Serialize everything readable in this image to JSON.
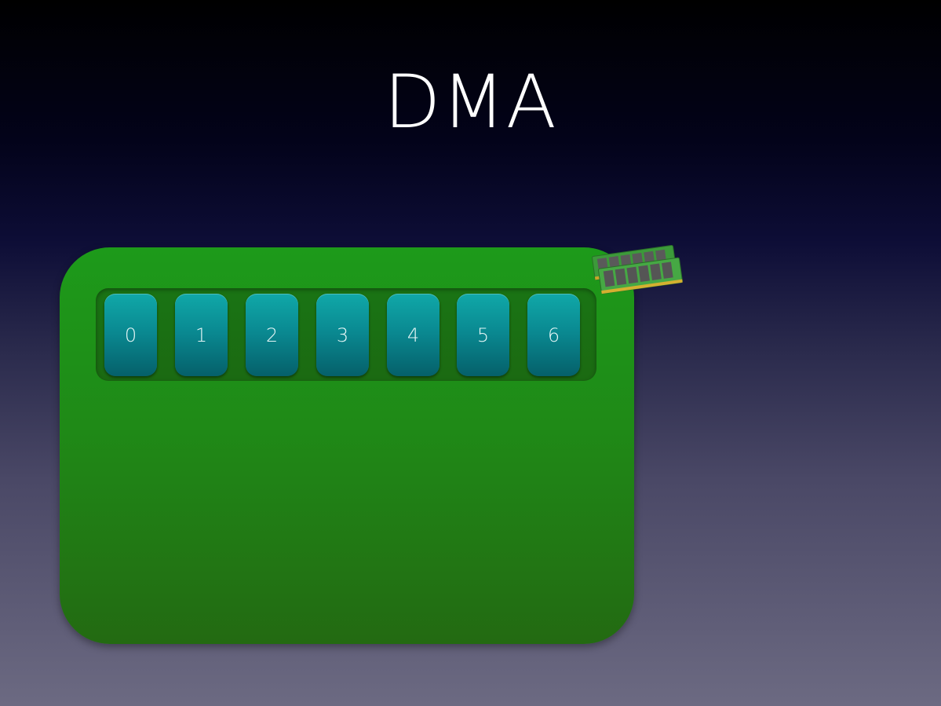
{
  "slide": {
    "title": "DMA"
  },
  "ring_buffer": {
    "slots": [
      {
        "label": "0"
      },
      {
        "label": "1"
      },
      {
        "label": "2"
      },
      {
        "label": "3"
      },
      {
        "label": "4"
      },
      {
        "label": "5"
      },
      {
        "label": "6"
      }
    ]
  },
  "icons": {
    "memory": "ram-module-icon"
  },
  "colors": {
    "device": "#1f8a17",
    "slot": "#0a8a92",
    "title": "#ffffff"
  }
}
